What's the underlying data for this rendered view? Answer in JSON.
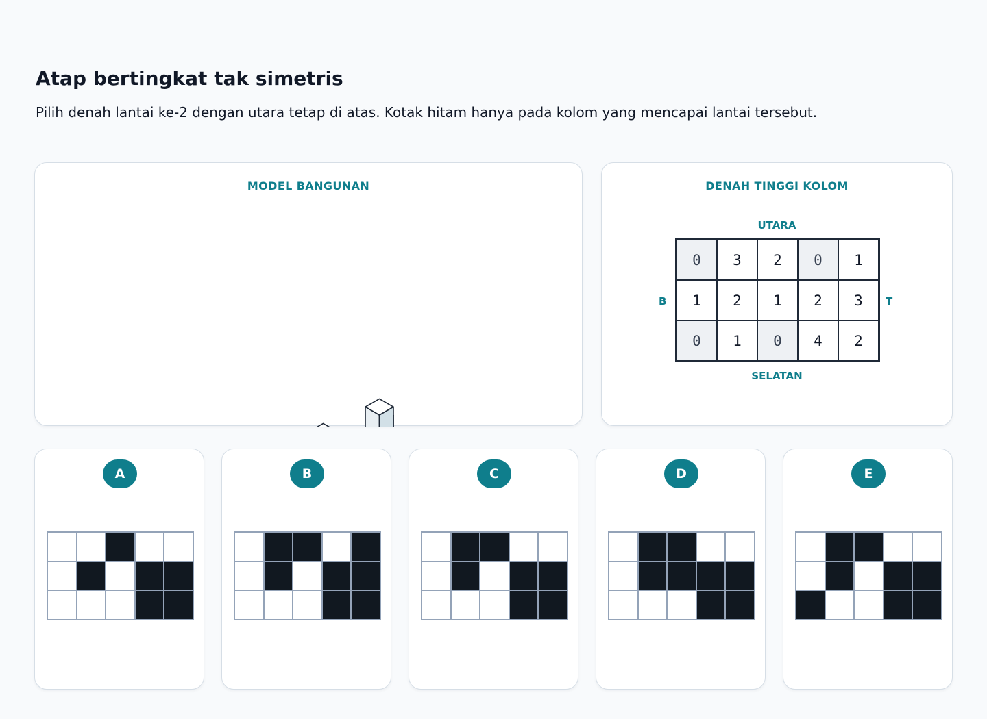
{
  "page": {
    "title": "Atap bertingkat tak simetris",
    "instruction": "Pilih denah lantai ke-2 dengan utara tetap di atas. Kotak hitam hanya pada kolom yang mencapai lantai tersebut."
  },
  "model": {
    "label": "MODEL BANGUNAN"
  },
  "heights": {
    "label": "DENAH TINGGI KOLOM",
    "north": "UTARA",
    "south": "SELATAN",
    "west": "B",
    "east": "T",
    "grid": [
      [
        "0",
        "3",
        "2",
        "0",
        "1"
      ],
      [
        "1",
        "2",
        "1",
        "2",
        "3"
      ],
      [
        "0",
        "1",
        "0",
        "4",
        "2"
      ]
    ]
  },
  "colors": {
    "accent": "#0f7e8c",
    "cube_top": "#ffffff",
    "cube_left": "#e8eef2",
    "cube_right": "#d2e0e7",
    "cube_edge": "#1f2937",
    "filled_cell": "#111820"
  },
  "options": [
    {
      "letter": "A",
      "grid": [
        [
          0,
          0,
          1,
          0,
          0
        ],
        [
          0,
          1,
          0,
          1,
          1
        ],
        [
          0,
          0,
          0,
          1,
          1
        ]
      ]
    },
    {
      "letter": "B",
      "grid": [
        [
          0,
          1,
          1,
          0,
          1
        ],
        [
          0,
          1,
          0,
          1,
          1
        ],
        [
          0,
          0,
          0,
          1,
          1
        ]
      ]
    },
    {
      "letter": "C",
      "grid": [
        [
          0,
          1,
          1,
          0,
          0
        ],
        [
          0,
          1,
          0,
          1,
          1
        ],
        [
          0,
          0,
          0,
          1,
          1
        ]
      ]
    },
    {
      "letter": "D",
      "grid": [
        [
          0,
          1,
          1,
          0,
          0
        ],
        [
          0,
          1,
          1,
          1,
          1
        ],
        [
          0,
          0,
          0,
          1,
          1
        ]
      ]
    },
    {
      "letter": "E",
      "grid": [
        [
          0,
          1,
          1,
          0,
          0
        ],
        [
          0,
          1,
          0,
          1,
          1
        ],
        [
          1,
          0,
          0,
          1,
          1
        ]
      ]
    }
  ]
}
